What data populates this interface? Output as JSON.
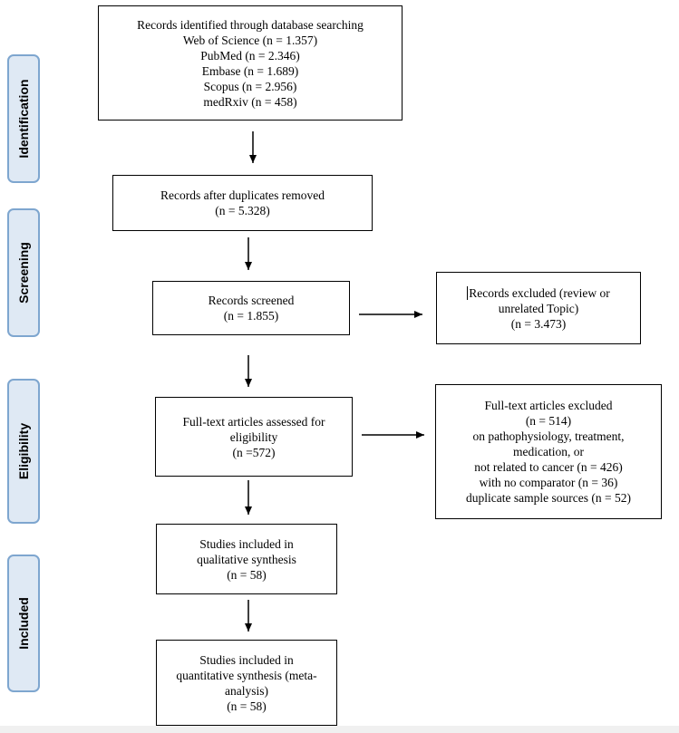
{
  "stages": {
    "identification": "Identification",
    "screening": "Screening",
    "eligibility": "Eligibility",
    "included": "Included"
  },
  "boxes": {
    "identified": [
      "Records identified through database searching",
      "Web of Science (n = 1.357)",
      "PubMed (n = 2.346)",
      "Embase (n = 1.689)",
      "Scopus (n = 2.956)",
      "medRxiv (n = 458)"
    ],
    "duplicates_removed": [
      "Records after duplicates removed",
      "(n = 5.328)"
    ],
    "screened": [
      "Records screened",
      "(n = 1.855)"
    ],
    "excluded_screening": [
      "Records excluded (review or",
      "unrelated Topic)",
      "(n = 3.473)"
    ],
    "fulltext_assessed": [
      "Full-text articles assessed for",
      "eligibility",
      "(n =572)"
    ],
    "fulltext_excluded": [
      "Full-text articles excluded",
      "(n = 514)",
      "on pathophysiology, treatment,",
      "medication, or",
      "not related to cancer (n = 426)",
      "with no comparator (n = 36)",
      "duplicate sample sources (n = 52)"
    ],
    "qualitative": [
      "Studies included in",
      "qualitative synthesis",
      "(n = 58)"
    ],
    "quantitative": [
      "Studies included in",
      "quantitative synthesis (meta-",
      "analysis)",
      "(n = 58)"
    ]
  }
}
